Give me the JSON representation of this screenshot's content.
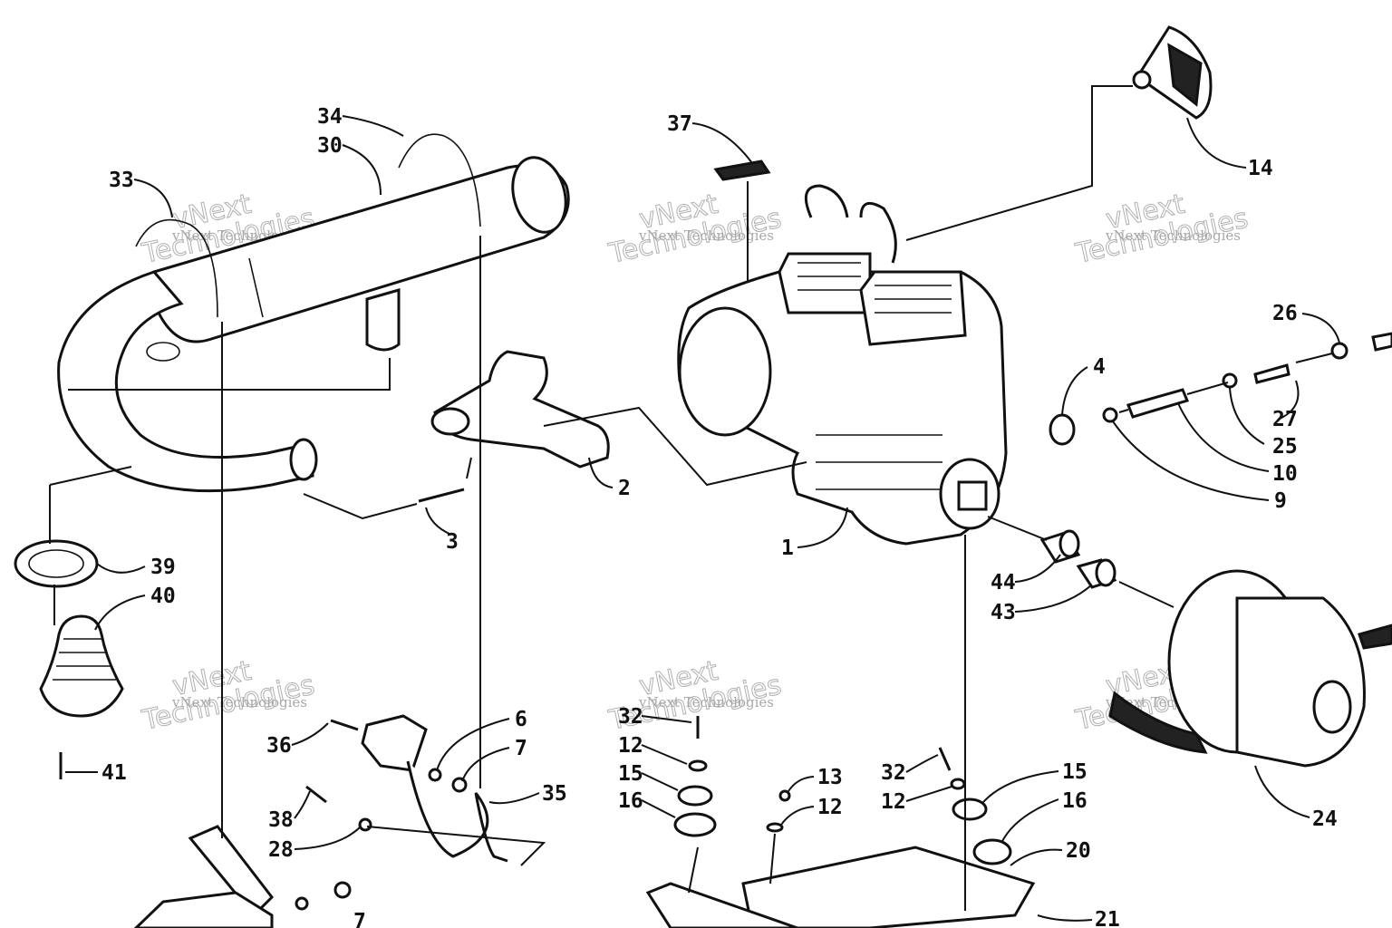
{
  "watermarks": [
    {
      "line1": "vNext",
      "line2": "Technologies",
      "small": "vNext Technologies"
    },
    {
      "line1": "vNext",
      "line2": "Technologies",
      "small": "vNext Technologies"
    },
    {
      "line1": "vNext",
      "line2": "Technologies",
      "small": "vNext Technologies"
    },
    {
      "line1": "vNext",
      "line2": "Technologies",
      "small": "vNext Technologies"
    },
    {
      "line1": "vNext",
      "line2": "Technologies",
      "small": "vNext Technologies"
    },
    {
      "line1": "vNext",
      "line2": "Technologies",
      "small": "vNext Technologies"
    }
  ],
  "callouts": {
    "c34": "34",
    "c30": "30",
    "c33": "33",
    "c37": "37",
    "c14": "14",
    "c26": "26",
    "c4": "4",
    "c27": "27",
    "c25": "25",
    "c10": "10",
    "c9": "9",
    "c2": "2",
    "c3": "3",
    "c1": "1",
    "c39": "39",
    "c40": "40",
    "c44": "44",
    "c43": "43",
    "c6": "6",
    "c7a": "7",
    "c35": "35",
    "c36": "36",
    "c38": "38",
    "c28": "28",
    "c41": "41",
    "c32a": "32",
    "c12a": "12",
    "c15a": "15",
    "c16a": "16",
    "c13": "13",
    "c12b": "12",
    "c32b": "32",
    "c12c": "12",
    "c15b": "15",
    "c16b": "16",
    "c20": "20",
    "c21": "21",
    "c24": "24",
    "c7b": "7"
  }
}
